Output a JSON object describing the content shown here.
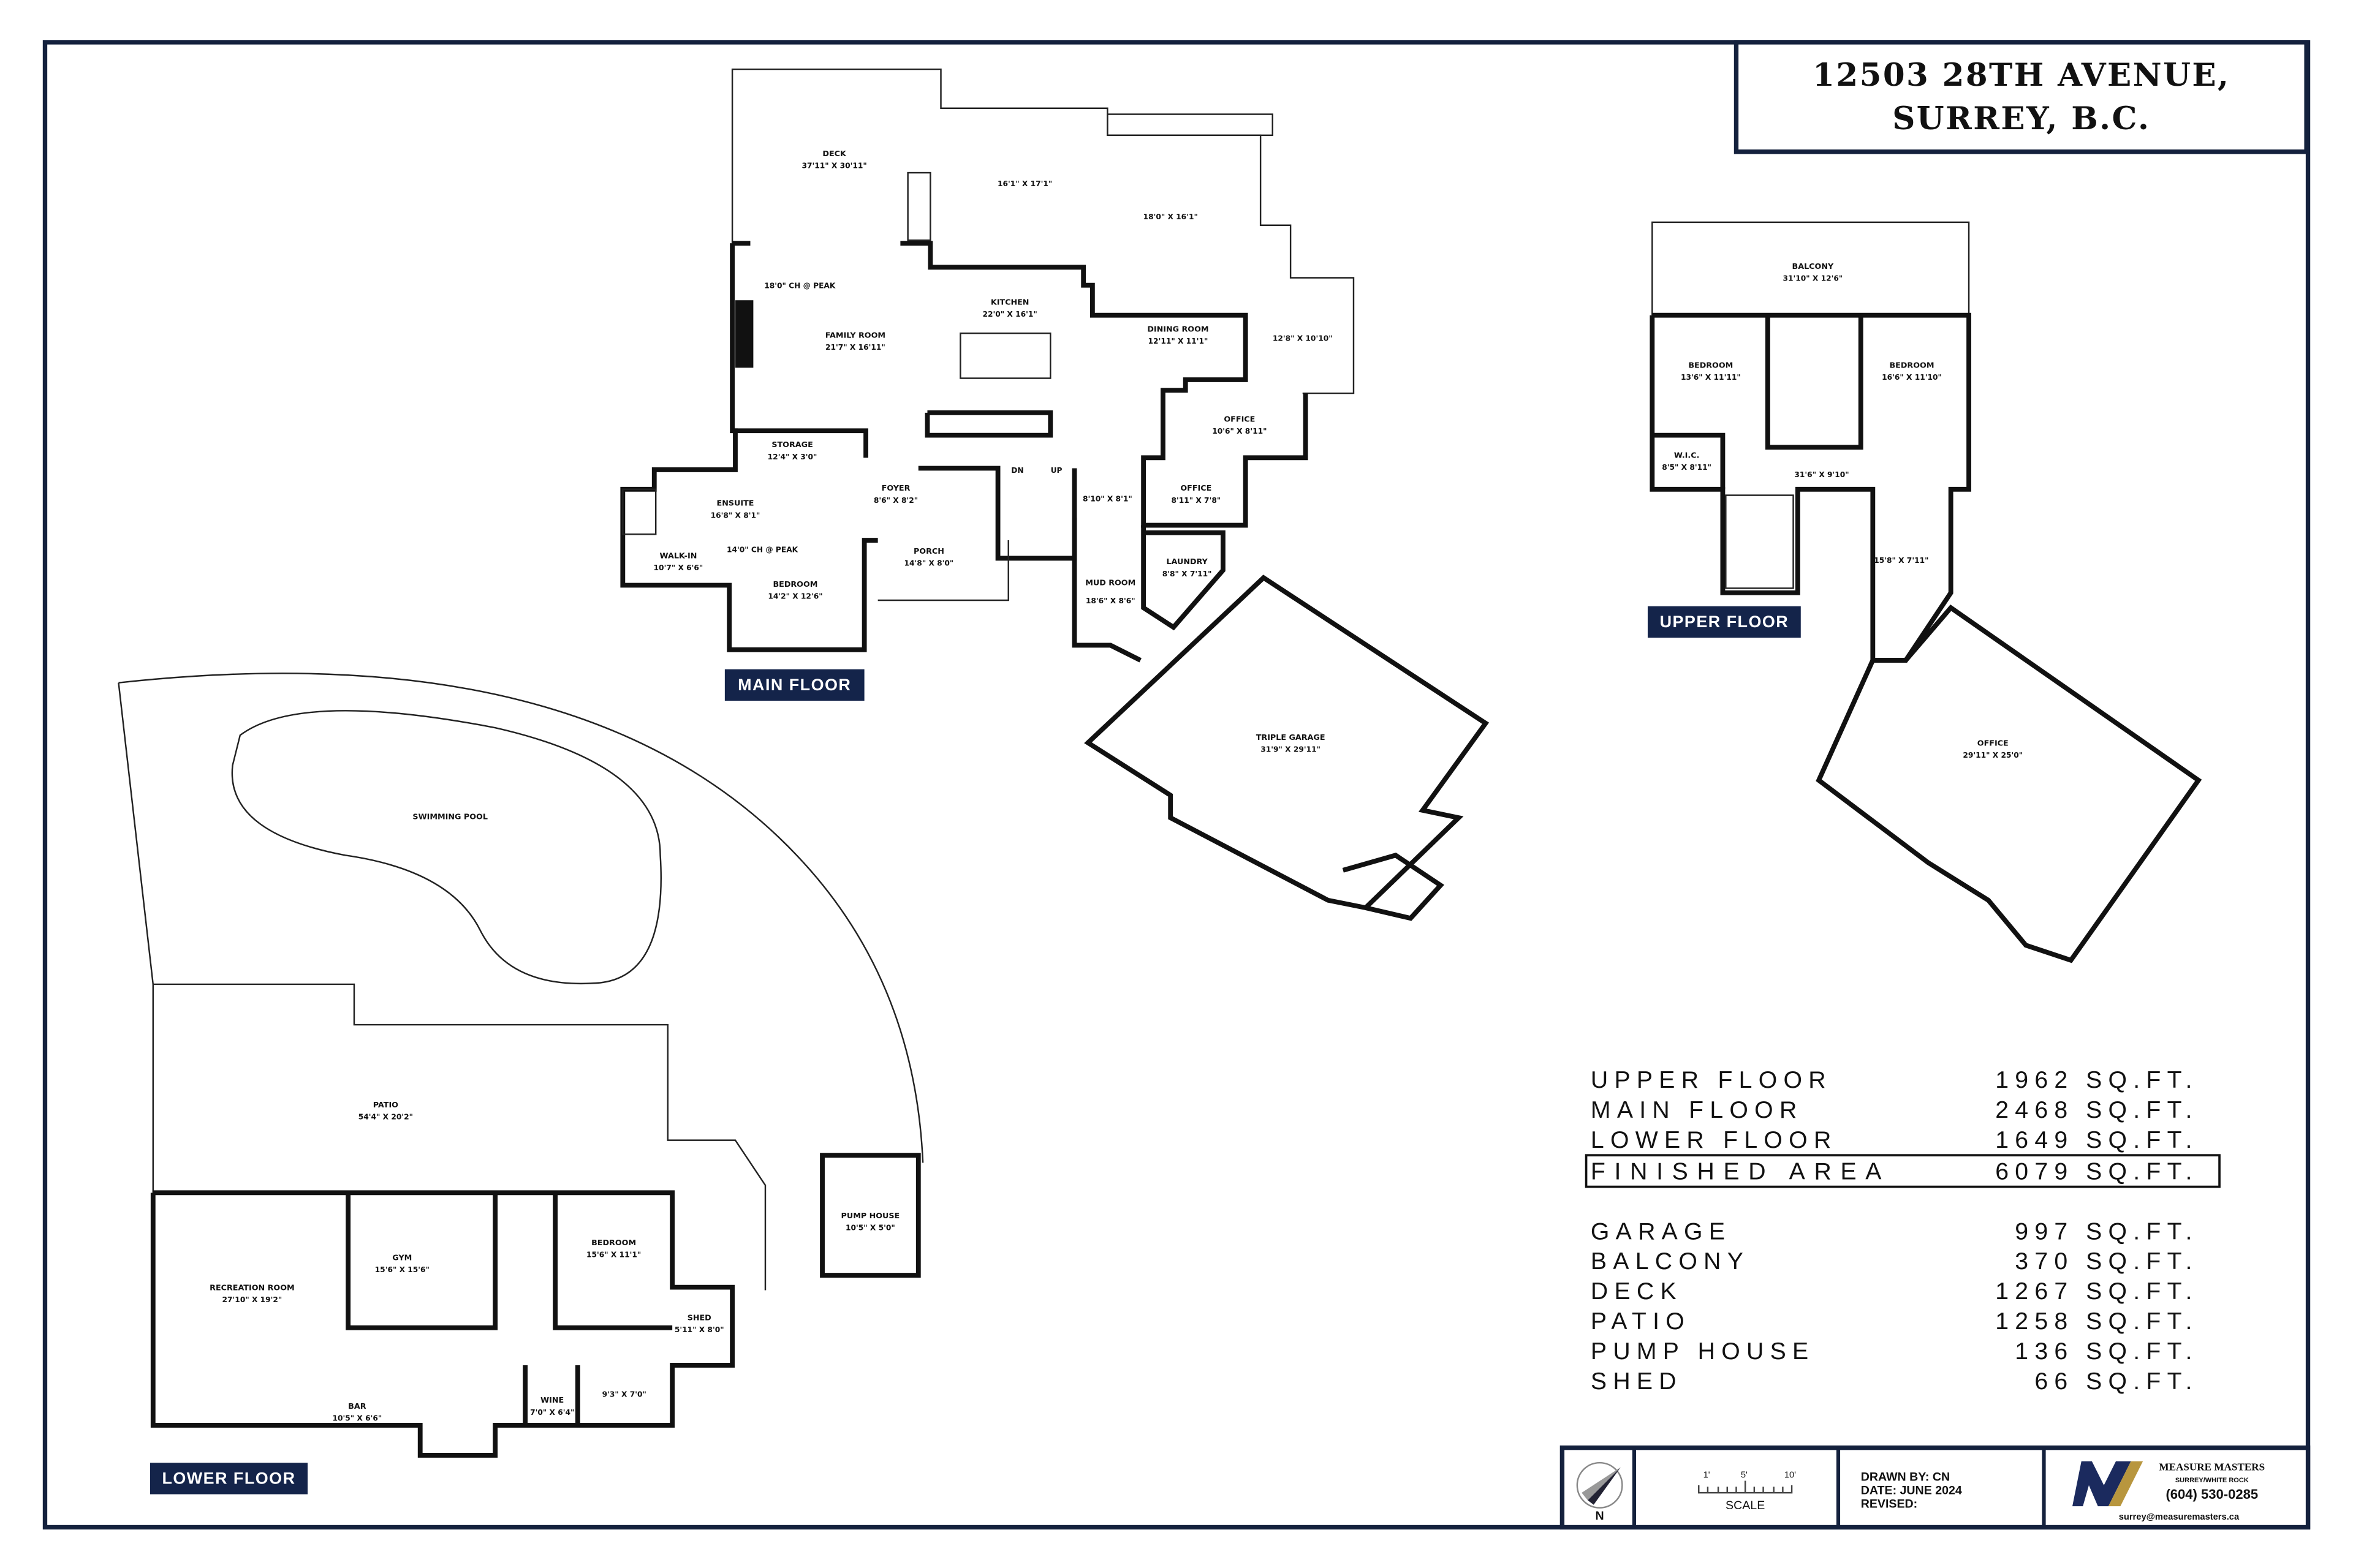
{
  "title": {
    "line1": "12503 28TH AVENUE,",
    "line2": "SURREY, B.C."
  },
  "colors": {
    "border": "#14213d",
    "tag_bg": "#14244a",
    "logo_navy": "#1b2a5e",
    "logo_gold": "#b8963e"
  },
  "main_floor": {
    "label": "MAIN FLOOR",
    "rooms": [
      {
        "name": "DECK",
        "dims": "37'11\" X 30'11\""
      },
      {
        "name": "",
        "dims": "16'1\" X 17'1\""
      },
      {
        "name": "",
        "dims": "18'0\" X 16'1\""
      },
      {
        "name": "FAMILY ROOM",
        "dims": "21'7\" X 16'11\""
      },
      {
        "name": "KITCHEN",
        "dims": "22'0\" X 16'1\""
      },
      {
        "name": "DINING ROOM",
        "dims": "12'11\" X 11'1\""
      },
      {
        "name": "",
        "dims": "12'8\" X 10'10\""
      },
      {
        "name": "OFFICE",
        "dims": "10'6\" X 8'11\""
      },
      {
        "name": "STORAGE",
        "dims": "12'4\" X 3'0\""
      },
      {
        "name": "ENSUITE",
        "dims": "16'8\" X 8'1\""
      },
      {
        "name": "FOYER",
        "dims": "8'6\" X 8'2\""
      },
      {
        "name": "OFFICE",
        "dims": "8'11\" X 7'8\""
      },
      {
        "name": "",
        "dims": "8'10\" X 8'1\""
      },
      {
        "name": "WALK-IN",
        "dims": "10'7\" X 6'6\""
      },
      {
        "name": "BEDROOM",
        "dims": "14'2\" X 12'6\""
      },
      {
        "name": "PORCH",
        "dims": "14'8\" X 8'0\""
      },
      {
        "name": "MUD ROOM",
        "dims": "18'6\" X 8'6\""
      },
      {
        "name": "LAUNDRY",
        "dims": "8'8\" X 7'11\""
      },
      {
        "name": "TRIPLE GARAGE",
        "dims": "31'9\" X 29'11\""
      }
    ],
    "notes": {
      "ceiling1": "18'0\" CH @ PEAK",
      "ceiling2": "14'0\" CH @ PEAK",
      "dn": "DN",
      "up": "UP"
    }
  },
  "upper_floor": {
    "label": "UPPER FLOOR",
    "rooms": [
      {
        "name": "BALCONY",
        "dims": "31'10\" X 12'6\""
      },
      {
        "name": "BEDROOM",
        "dims": "13'6\" X 11'11\""
      },
      {
        "name": "BEDROOM",
        "dims": "16'6\" X 11'10\""
      },
      {
        "name": "W.I.C.",
        "dims": "8'5\" X 8'11\""
      },
      {
        "name": "",
        "dims": "31'6\" X 9'10\""
      },
      {
        "name": "",
        "dims": "15'8\" X 7'11\""
      },
      {
        "name": "OFFICE",
        "dims": "29'11\" X 25'0\""
      }
    ]
  },
  "lower_floor": {
    "label": "LOWER FLOOR",
    "rooms": [
      {
        "name": "SWIMMING POOL",
        "dims": ""
      },
      {
        "name": "PATIO",
        "dims": "54'4\" X 20'2\""
      },
      {
        "name": "RECREATION ROOM",
        "dims": "27'10\" X 19'2\""
      },
      {
        "name": "GYM",
        "dims": "15'6\" X 15'6\""
      },
      {
        "name": "BEDROOM",
        "dims": "15'6\" X 11'1\""
      },
      {
        "name": "SHED",
        "dims": "5'11\" X 8'0\""
      },
      {
        "name": "BAR",
        "dims": "10'5\" X 6'6\""
      },
      {
        "name": "WINE",
        "dims": "7'0\" X 6'4\""
      },
      {
        "name": "",
        "dims": "9'3\" X 7'0\""
      },
      {
        "name": "PUMP HOUSE",
        "dims": "10'5\" X 5'0\""
      }
    ]
  },
  "areas": {
    "unit": "SQ.FT.",
    "finished": [
      {
        "label": "UPPER FLOOR",
        "value": "1962"
      },
      {
        "label": "MAIN FLOOR",
        "value": "2468"
      },
      {
        "label": "LOWER FLOOR",
        "value": "1649"
      }
    ],
    "total": {
      "label": "FINISHED AREA",
      "value": "6079"
    },
    "other": [
      {
        "label": "GARAGE",
        "value": "997"
      },
      {
        "label": "BALCONY",
        "value": "370"
      },
      {
        "label": "DECK",
        "value": "1267"
      },
      {
        "label": "PATIO",
        "value": "1258"
      },
      {
        "label": "PUMP HOUSE",
        "value": "136"
      },
      {
        "label": "SHED",
        "value": "66"
      }
    ]
  },
  "footer": {
    "north": "N",
    "scale_ticks": [
      "1'",
      "5'",
      "10'"
    ],
    "scale_label": "SCALE",
    "drawn_by": "DRAWN BY: CN",
    "date": "DATE: JUNE 2024",
    "revised": "REVISED:",
    "company": "MEASURE MASTERS",
    "company_sub": "SURREY/WHITE ROCK",
    "phone": "(604) 530-0285",
    "email": "surrey@measuremasters.ca"
  }
}
